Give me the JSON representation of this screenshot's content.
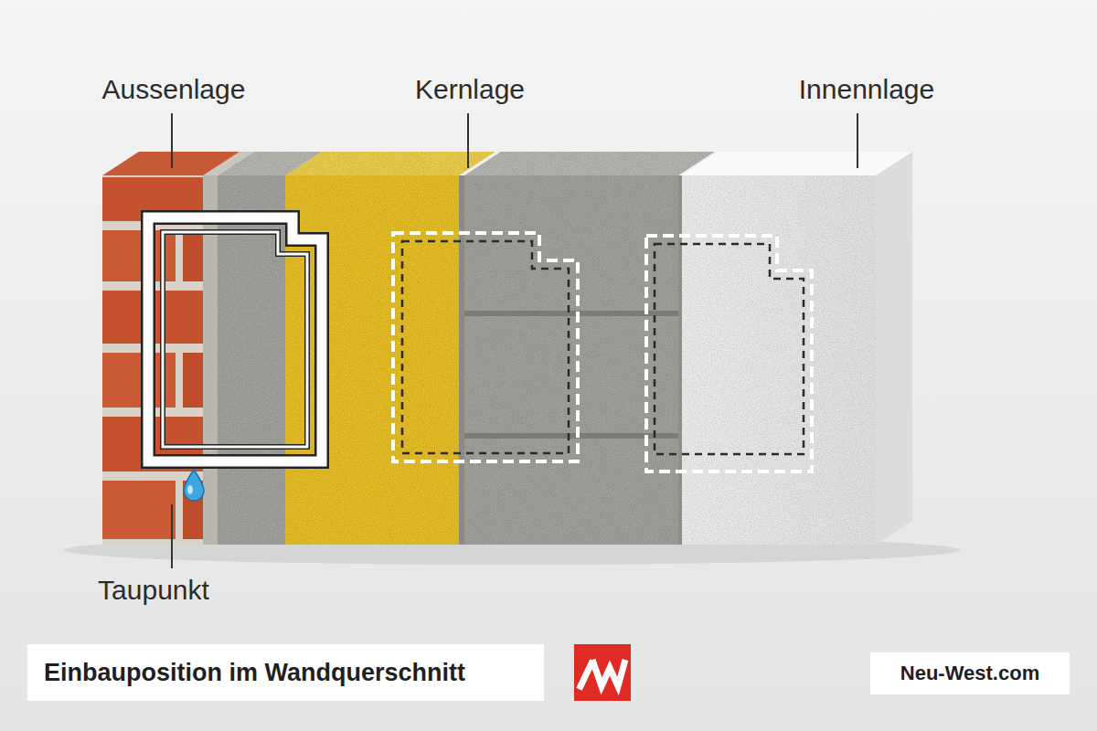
{
  "diagram": {
    "caption": "Einbauposition im Wandquerschnitt",
    "labels": [
      "Aussenlage",
      "Kernlage",
      "Innennlage",
      "Taupunkt",
      "Neu-West.com"
    ]
  }
}
